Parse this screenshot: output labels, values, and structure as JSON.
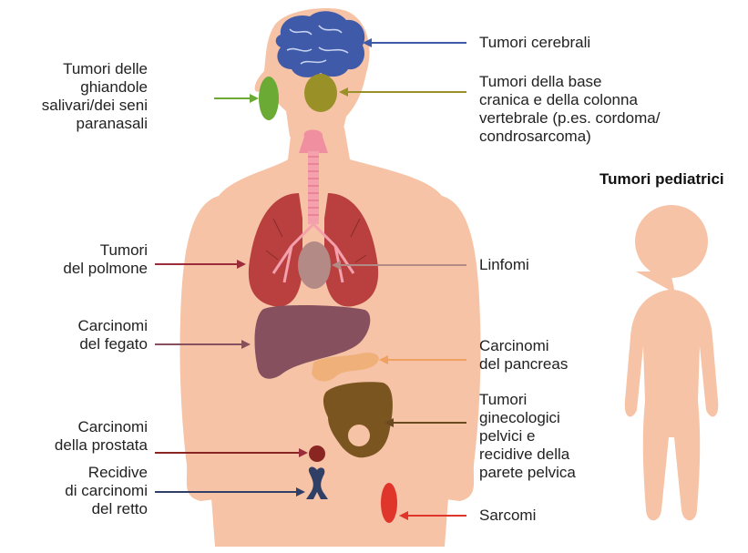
{
  "labels": {
    "brain": [
      "Tumori cerebrali"
    ],
    "salivary": [
      "Tumori delle",
      "ghiandole",
      "salivari/dei seni",
      "paranasali"
    ],
    "skull_base": [
      "Tumori della base",
      "cranica e della colonna",
      "vertebrale (p.es. cordoma/",
      "condrosarcoma)"
    ],
    "lung": [
      "Tumori",
      "del polmone"
    ],
    "lymphoma": [
      "Linfomi"
    ],
    "liver": [
      "Carcinomi",
      "del fegato"
    ],
    "pancreas": [
      "Carcinomi",
      "del pancreas"
    ],
    "gyneco": [
      "Tumori",
      "ginecologici",
      "pelvici e",
      "recidive della",
      "parete pelvica"
    ],
    "prostate": [
      "Carcinomi",
      "della prostata"
    ],
    "rectum": [
      "Recidive",
      "di carcinomi",
      "del retto"
    ],
    "sarcoma": [
      "Sarcomi"
    ]
  },
  "pediatric_title": "Tumori pediatrici",
  "colors": {
    "skin": "#f6c3a6",
    "brain": "#3f5aa8",
    "salivary": "#6aaa35",
    "skull_base": "#9a9028",
    "lung": "#b9403f",
    "lymph": "#b38a86",
    "liver": "#86505f",
    "pancreas": "#f0b07a",
    "pelvis": "#7a5520",
    "prostate": "#8a2622",
    "rectum": "#2f3f66",
    "sarcoma": "#e0352b"
  }
}
